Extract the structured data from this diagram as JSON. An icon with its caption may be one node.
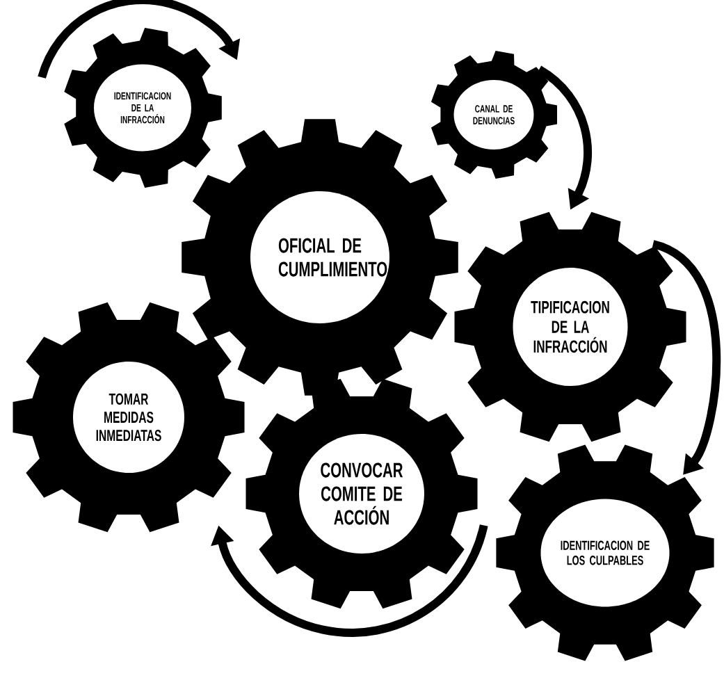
{
  "diagram": {
    "nodes": [
      {
        "text": [
          "IDENTIFICACION DE LA INFRACCIÓN"
        ]
      },
      {
        "text": [
          "CANAL DE DENUNCIAS"
        ]
      },
      {
        "text": [
          "OFICIAL DE CUMPLIMIENTO"
        ]
      },
      {
        "text": [
          "TIPIFICACION DE LA INFRACCIÓN"
        ]
      },
      {
        "text": [
          "TOMAR MEDIDAS INMEDIATAS"
        ]
      },
      {
        "text": [
          "CONVOCAR COMITE DE ACCIÓN"
        ]
      },
      {
        "text": [
          "IDENTIFICACION DE LOS CULPABLES"
        ]
      }
    ],
    "edges": [
      {
        "from": 1,
        "to": 3,
        "arrow": "to"
      },
      {
        "from": 3,
        "to": 6,
        "arrow": "to"
      }
    ]
  }
}
